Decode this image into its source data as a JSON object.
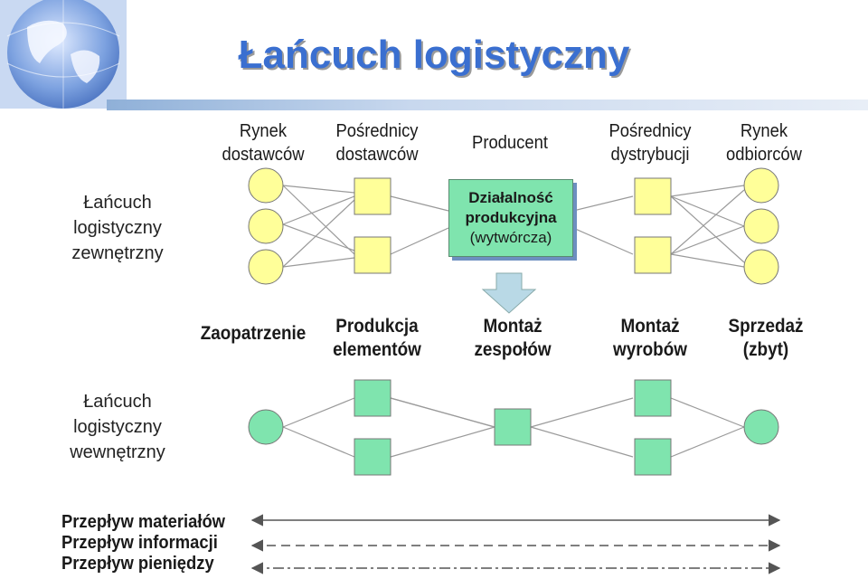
{
  "title": "Łańcuch logistyczny",
  "external": {
    "row_label": [
      "Łańcuch",
      "logistyczny",
      "zewnętrzny"
    ],
    "columns": [
      [
        "Rynek",
        "dostawców"
      ],
      [
        "Pośrednicy",
        "dostawców"
      ],
      [
        "Producent"
      ],
      [
        "Pośrednicy",
        "dystrybucji"
      ],
      [
        "Rynek",
        "odbiorców"
      ]
    ],
    "producer_box": [
      "Działalność",
      "produkcyjna",
      "(wytwórcza)"
    ]
  },
  "internal": {
    "row_label": [
      "Łańcuch",
      "logistyczny",
      "wewnętrzny"
    ],
    "columns": [
      [
        "Zaopatrzenie"
      ],
      [
        "Produkcja",
        "elementów"
      ],
      [
        "Montaż",
        "zespołów"
      ],
      [
        "Montaż",
        "wyrobów"
      ],
      [
        "Sprzedaż",
        "(zbyt)"
      ]
    ]
  },
  "legend": [
    "Przepływ materiałów",
    "Przepływ informacji",
    "Przepływ pieniędzy"
  ],
  "colors": {
    "title": "#3a6fd0",
    "yellow_node": "#ffff99",
    "green_node": "#7fe4ae",
    "arrow_down": "#b9d9e6"
  },
  "icons": {
    "logo": "globe-icon",
    "down_arrow": "down-arrow-icon"
  }
}
